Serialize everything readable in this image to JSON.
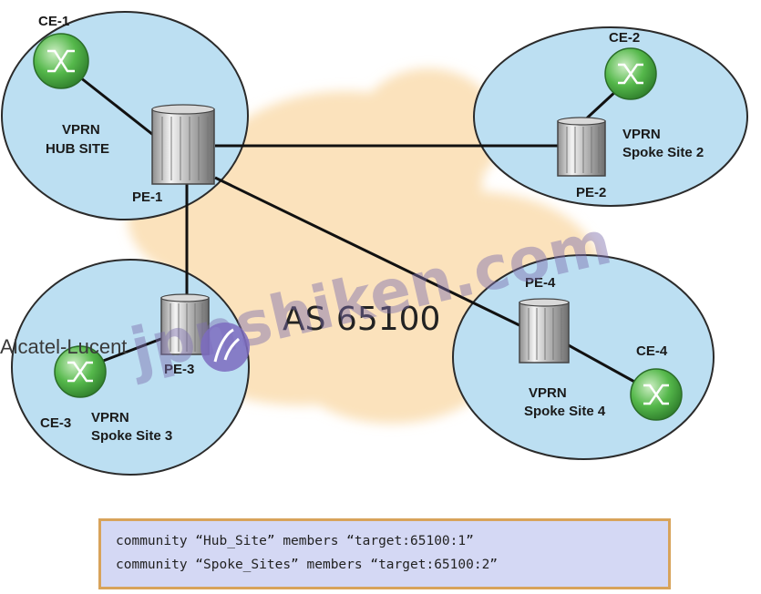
{
  "as_label": "AS 65100",
  "sites": [
    {
      "id": "hub",
      "label_line1": "VPRN",
      "label_line2": "HUB SITE"
    },
    {
      "id": "spoke2",
      "label_line1": "VPRN",
      "label_line2": "Spoke Site 2"
    },
    {
      "id": "spoke3",
      "label_line1": "VPRN",
      "label_line2": "Spoke Site 3"
    },
    {
      "id": "spoke4",
      "label_line1": "VPRN",
      "label_line2": "Spoke Site 4"
    }
  ],
  "routers": {
    "ce1": "CE-1",
    "ce2": "CE-2",
    "ce3": "CE-3",
    "ce4": "CE-4",
    "pe1": "PE-1",
    "pe2": "PE-2",
    "pe3": "PE-3",
    "pe4": "PE-4"
  },
  "config_lines": [
    "community “Hub_Site” members “target:65100:1”",
    "community “Spoke_Sites” members “target:65100:2”"
  ],
  "brand": "Alcatel-Lucent",
  "watermark": "jpnshiken.com",
  "colors": {
    "site_fill": "#bcdff2",
    "cloud": "#fbe2bc",
    "ce_green": "#55b84b",
    "config_bg": "#d4d8f4",
    "config_border": "#d8a35a",
    "brand_logo": "#7c6cc0"
  }
}
